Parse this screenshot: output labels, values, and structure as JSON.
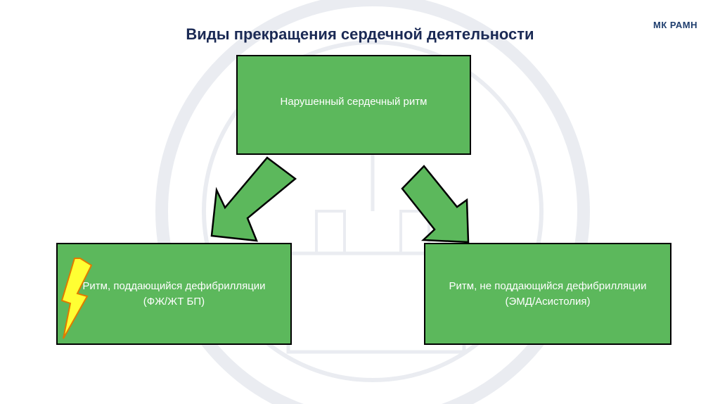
{
  "org": "МК РАМН",
  "title": "Виды прекращения сердечной деятельности",
  "nodes": {
    "top": {
      "label": "Нарушенный сердечный ритм"
    },
    "left": {
      "line1": "Ритм, поддающийся дефибрилляции",
      "line2": "(ФЖ/ЖТ БП)"
    },
    "right": {
      "line1": "Ритм, не поддающийся дефибрилляции",
      "line2": "(ЭМД/Асистолия)"
    }
  },
  "colors": {
    "box_fill": "#5cb85c",
    "box_border": "#000000",
    "title": "#1b2a55",
    "bolt_fill": "#ffff33",
    "bolt_border": "#e07a00"
  },
  "icons": {
    "arrow_left": "down-left-arrow-icon",
    "arrow_right": "down-right-arrow-icon",
    "bolt": "lightning-bolt-icon"
  }
}
